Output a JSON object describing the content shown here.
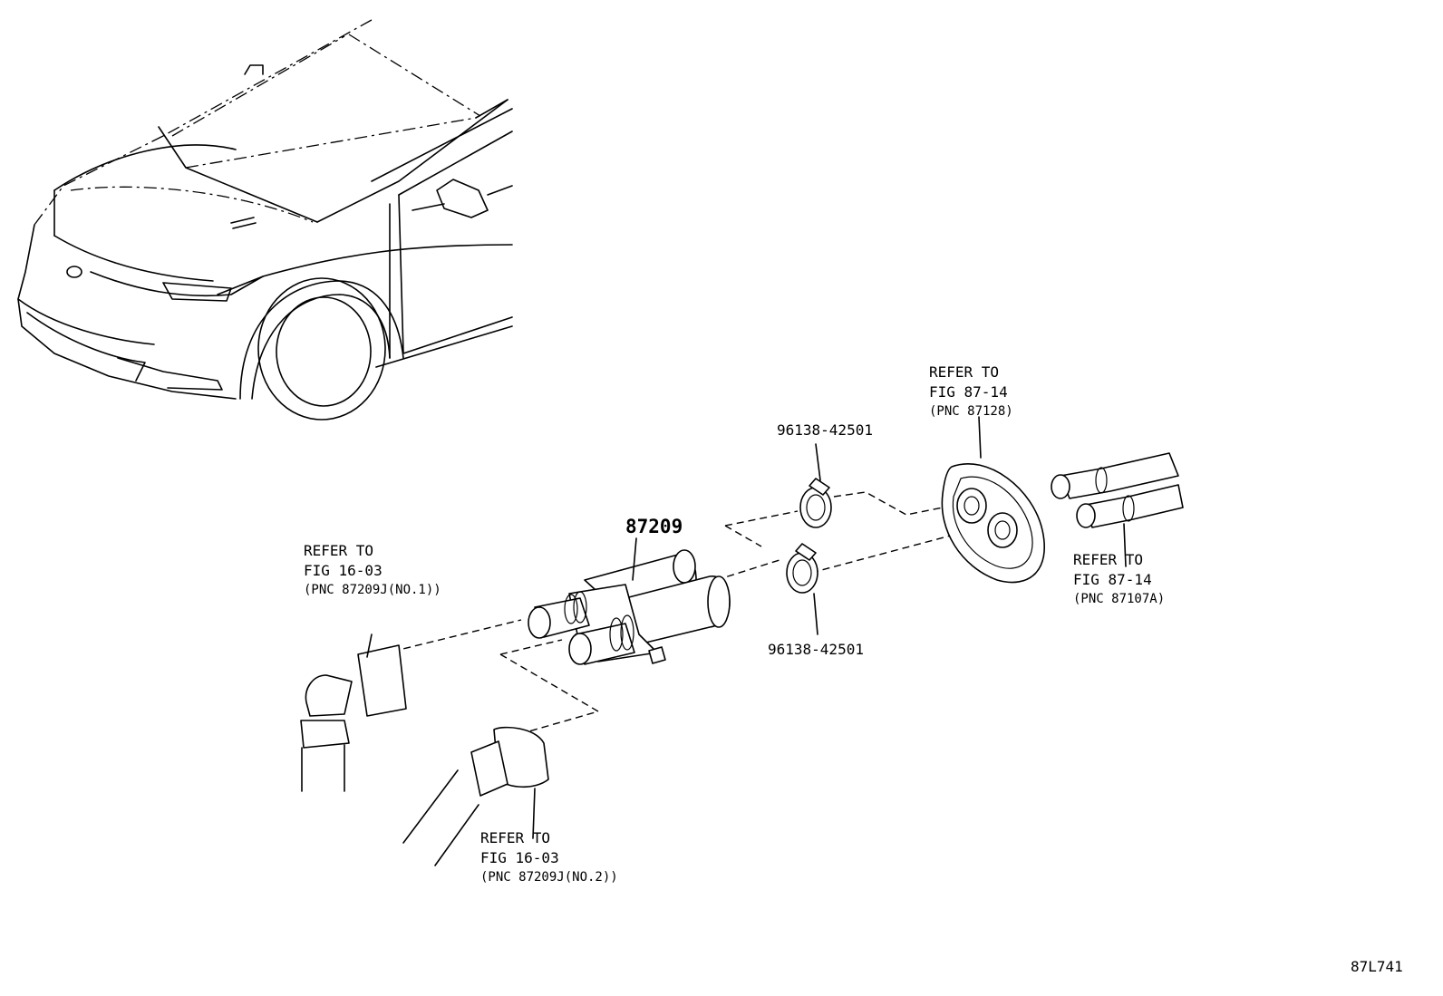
{
  "figure_code": "87L741",
  "main_part": {
    "number": "87209"
  },
  "clips": [
    {
      "number": "96138-42501"
    },
    {
      "number": "96138-42501"
    }
  ],
  "references": {
    "grommet": {
      "line1": "REFER TO",
      "line2": "FIG 87-14",
      "line3": "(PNC 87128)"
    },
    "pipes": {
      "line1": "REFER TO",
      "line2": "FIG 87-14",
      "line3": "(PNC 87107A)"
    },
    "hose_no1": {
      "line1": "REFER TO",
      "line2": "FIG 16-03",
      "line3": "(PNC 87209J(NO.1))"
    },
    "hose_no2": {
      "line1": "REFER TO",
      "line2": "FIG 16-03",
      "line3": "(PNC 87209J(NO.2))"
    }
  }
}
